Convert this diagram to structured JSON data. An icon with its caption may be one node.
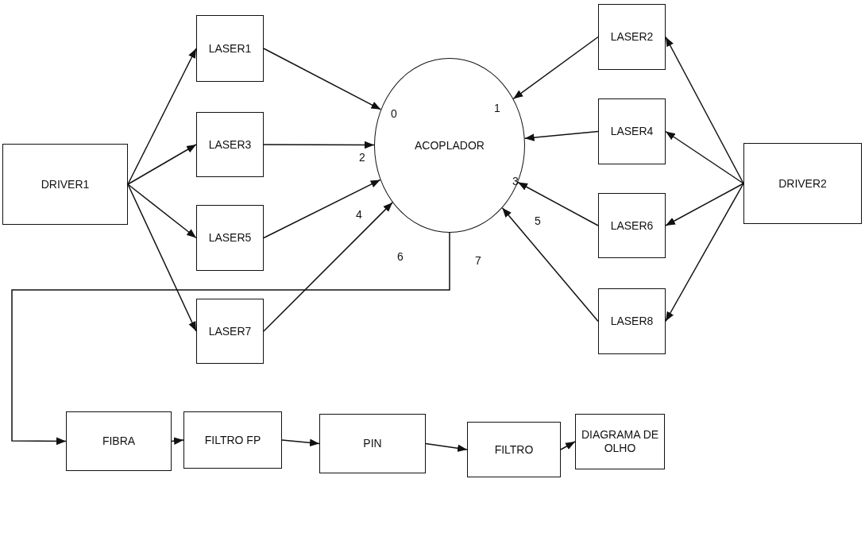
{
  "diagram": {
    "nodes": [
      {
        "text": [
          "DRIVER1"
        ]
      },
      {
        "text": [
          "LASER1"
        ]
      },
      {
        "text": [
          "LASER3"
        ]
      },
      {
        "text": [
          "LASER5"
        ]
      },
      {
        "text": [
          "LASER7"
        ]
      },
      {
        "text": [
          "ACOPLADOR"
        ]
      },
      {
        "text": [
          "LASER2"
        ]
      },
      {
        "text": [
          "LASER4"
        ]
      },
      {
        "text": [
          "LASER6"
        ]
      },
      {
        "text": [
          "LASER8"
        ]
      },
      {
        "text": [
          "DRIVER2"
        ]
      },
      {
        "text": [
          "FIBRA"
        ]
      },
      {
        "text": [
          "FILTRO FP"
        ]
      },
      {
        "text": [
          "PIN"
        ]
      },
      {
        "text": [
          "FILTRO"
        ]
      },
      {
        "text": [
          "DIAGRAMA DE OLHO"
        ]
      }
    ],
    "edges": [
      {
        "from": 0,
        "to": 1,
        "arrow": "to"
      },
      {
        "from": 0,
        "to": 2,
        "arrow": "to"
      },
      {
        "from": 0,
        "to": 3,
        "arrow": "to"
      },
      {
        "from": 0,
        "to": 4,
        "arrow": "to"
      },
      {
        "from": 1,
        "to": 5,
        "arrow": "to"
      },
      {
        "from": 6,
        "to": 5,
        "arrow": "to"
      },
      {
        "from": 2,
        "to": 5,
        "arrow": "to"
      },
      {
        "from": 7,
        "to": 5,
        "arrow": "to"
      },
      {
        "from": 3,
        "to": 5,
        "arrow": "to"
      },
      {
        "from": 8,
        "to": 5,
        "arrow": "to"
      },
      {
        "from": 4,
        "to": 5,
        "arrow": "to"
      },
      {
        "from": 9,
        "to": 5,
        "arrow": "to"
      },
      {
        "from": 10,
        "to": 6,
        "arrow": "to"
      },
      {
        "from": 10,
        "to": 7,
        "arrow": "to"
      },
      {
        "from": 10,
        "to": 8,
        "arrow": "to"
      },
      {
        "from": 10,
        "to": 9,
        "arrow": "to"
      },
      {
        "from": 5,
        "to": 11,
        "arrow": "to"
      },
      {
        "from": 11,
        "to": 12,
        "arrow": "to"
      },
      {
        "from": 12,
        "to": 13,
        "arrow": "to"
      },
      {
        "from": 13,
        "to": 14,
        "arrow": "to"
      },
      {
        "from": 14,
        "to": 15,
        "arrow": "to"
      }
    ],
    "labels": [
      "0",
      "1",
      "2",
      "3",
      "4",
      "5",
      "6",
      "7"
    ]
  }
}
